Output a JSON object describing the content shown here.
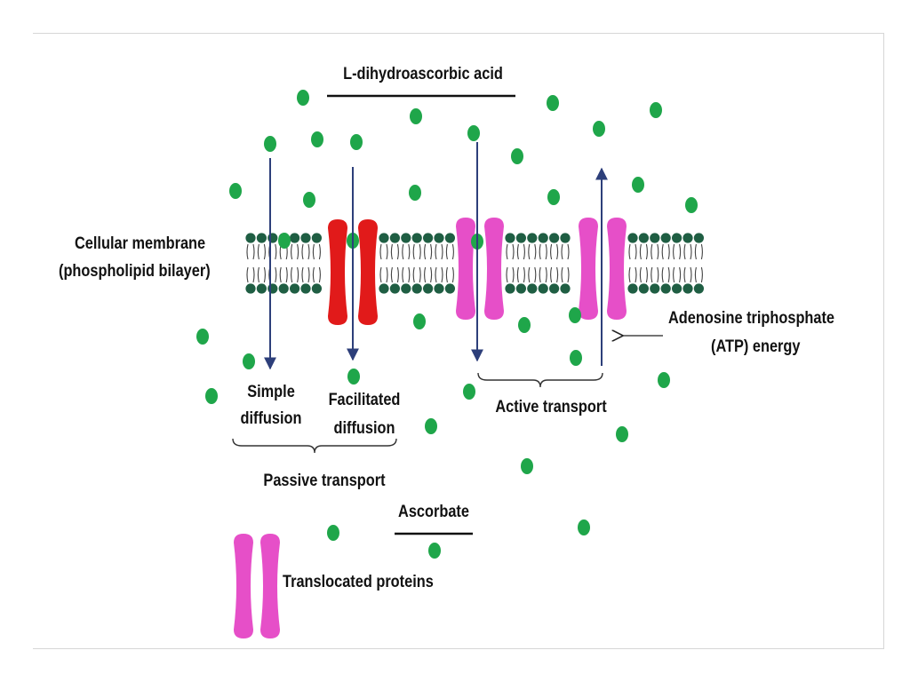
{
  "labels": {
    "title": "L-dihydroascorbic acid",
    "membrane_line1": "Cellular membrane",
    "membrane_line2": "(phospholipid bilayer)",
    "atp_line1": "Adenosine triphosphate",
    "atp_line2": "(ATP) energy",
    "simple_line1": "Simple",
    "simple_line2": "diffusion",
    "facilitated_line1": "Facilitated",
    "facilitated_line2": "diffusion",
    "active": "Active transport",
    "passive": "Passive transport",
    "ascorbate": "Ascorbate",
    "translocated": "Translocated proteins"
  },
  "colors": {
    "molecule": "#1fa64a",
    "lipid_head": "#1f5e43",
    "channel_red": "#e11a1a",
    "channel_pink": "#e64fc8",
    "arrow": "#2d3f7a",
    "text": "#111111"
  },
  "icons": {
    "molecule": "green-dot-molecule-icon",
    "channel": "channel-protein-icon",
    "arrow": "transport-arrow-icon"
  }
}
